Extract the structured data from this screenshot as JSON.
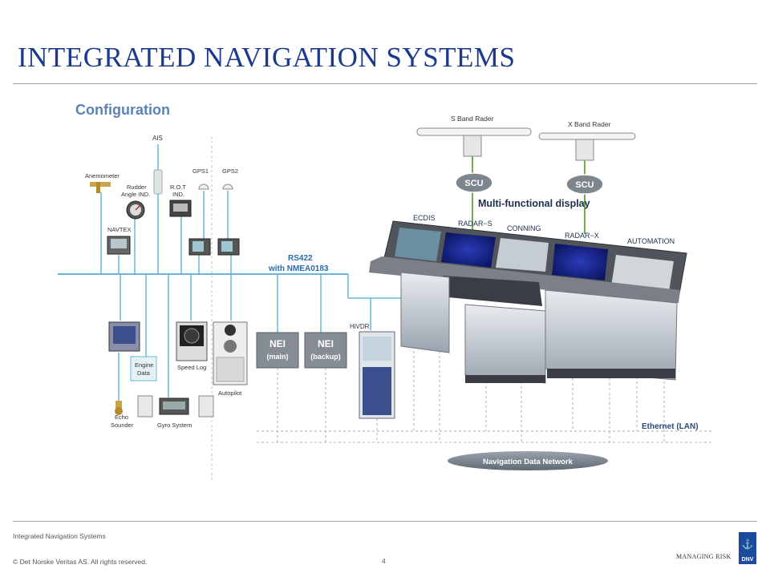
{
  "slide": {
    "title": "INTEGRATED NAVIGATION SYSTEMS",
    "footer_left": "Integrated Navigation Systems",
    "copyright": "© Det Norske Veritas AS. All rights reserved.",
    "page_number": "4",
    "brand_tagline": "MANAGING RISK",
    "brand_logo_text": "DNV"
  },
  "diagram": {
    "heading": "Configuration",
    "bus_label_line1": "RS422",
    "bus_label_line2": "with NMEA0183",
    "ethernet_label": "Ethernet (LAN)",
    "network_label": "Navigation Data Network",
    "sensors": {
      "ais": "AIS",
      "anemometer": "Anemometer",
      "rudder_line1": "Rudder",
      "rudder_line2": "Angle IND.",
      "rot_line1": "R.O.T",
      "rot_line2": "IND.",
      "gps1": "GPS1",
      "gps2": "GPS2",
      "navtex": "NAVTEX",
      "engine_line1": "Engine",
      "engine_line2": "Data",
      "speed_log": "Speed Log",
      "autopilot": "Autopilot",
      "echo_line1": "Echo",
      "echo_line2": "Sounder",
      "gyro": "Gyro System",
      "hivdr": "HiVDR"
    },
    "nei_main_line1": "NEI",
    "nei_main_line2": "(main)",
    "nei_backup_line1": "NEI",
    "nei_backup_line2": "(backup)",
    "s_band": "S Band Rader",
    "x_band": "X Band Rader",
    "scu_left": "SCU",
    "scu_right": "SCU",
    "mfd": "Multi-functional display",
    "consoles": {
      "ecdis": "ECDIS",
      "radar_s": "RADAR−S",
      "conning": "CONNING",
      "radar_x": "RADAR−X",
      "automation": "AUTOMATION"
    }
  }
}
